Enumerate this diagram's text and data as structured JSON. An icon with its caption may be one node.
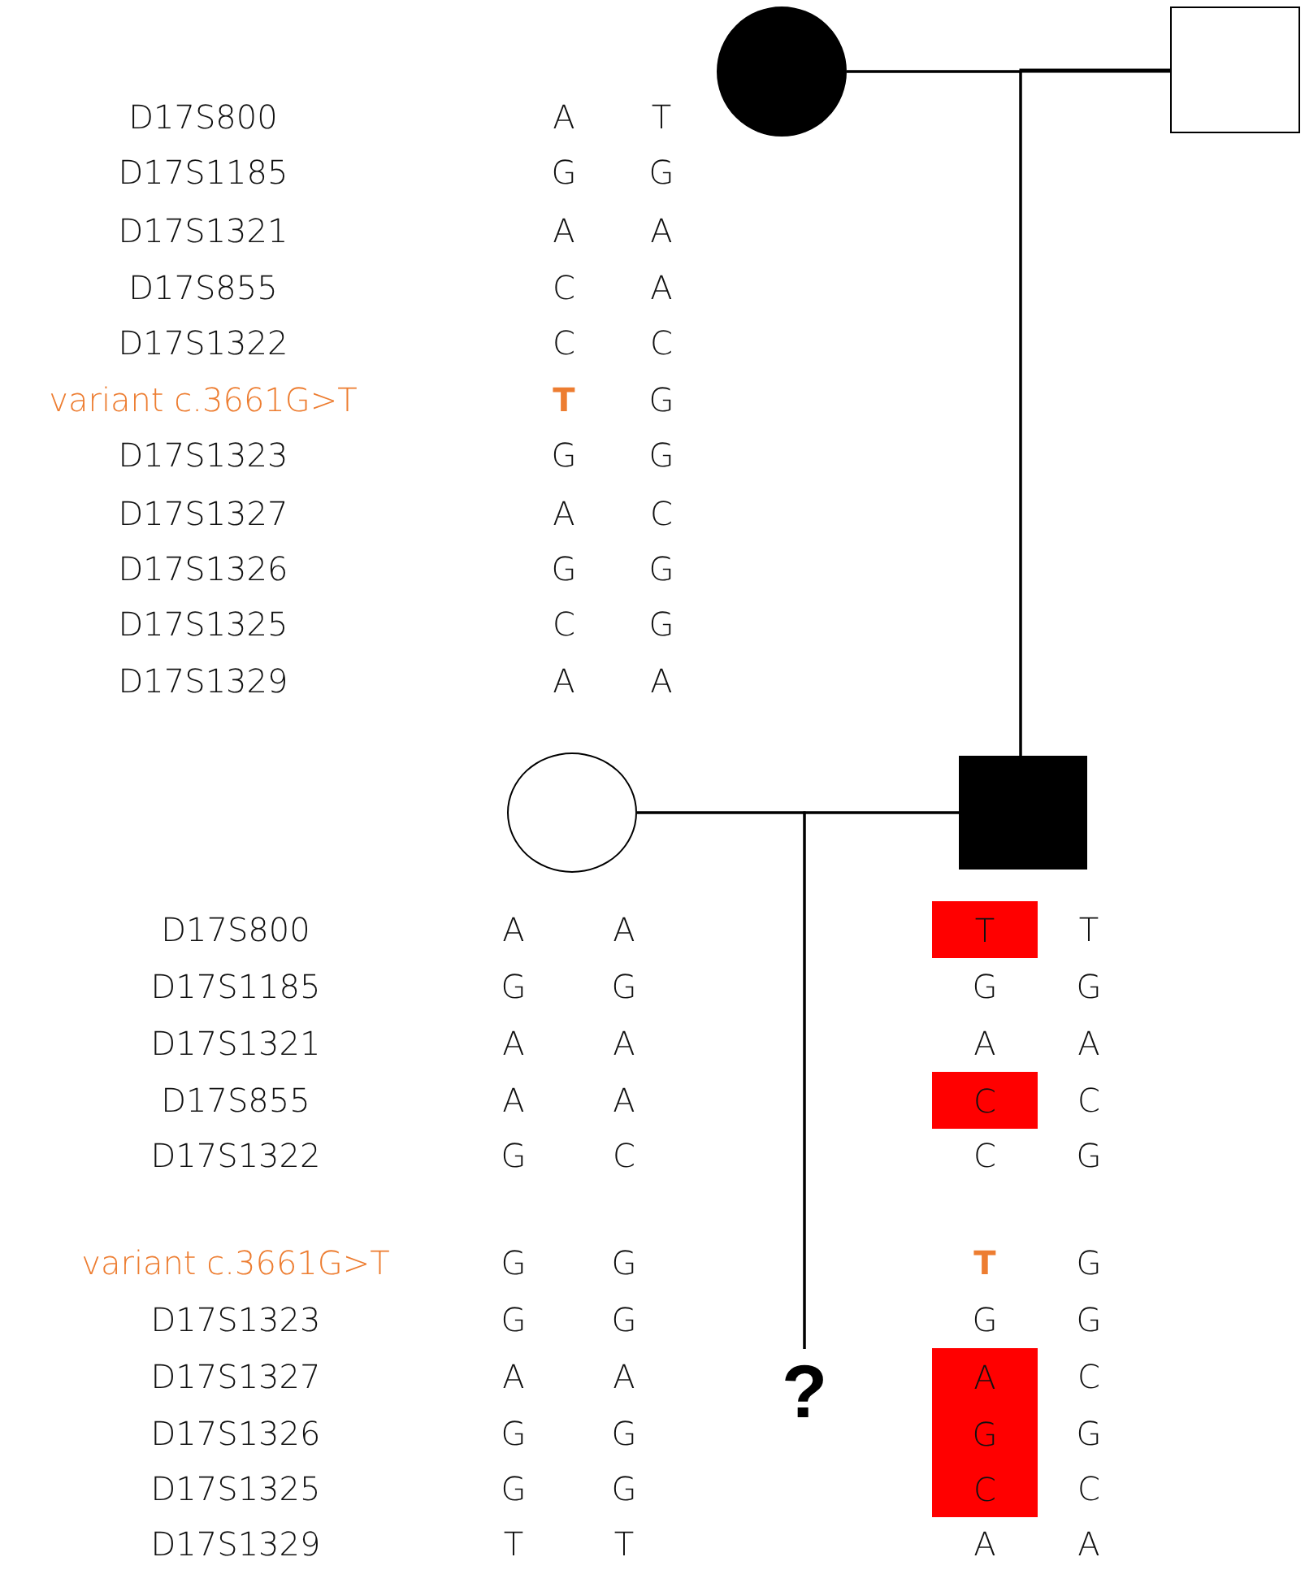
{
  "diagram": {
    "nodes": [
      {
        "text": [],
        "shape": "circle"
      },
      {
        "text": [],
        "shape": "box"
      },
      {
        "text": [],
        "shape": "circle"
      },
      {
        "text": [],
        "shape": "box"
      },
      {
        "text": [
          "?"
        ]
      }
    ],
    "edges": [
      {
        "from": 0,
        "to": 1,
        "arrow": "none"
      },
      {
        "from": 0,
        "to": 3,
        "arrow": "none"
      },
      {
        "from": 1,
        "to": 3,
        "arrow": "none"
      },
      {
        "from": 2,
        "to": 3,
        "arrow": "none"
      },
      {
        "from": 2,
        "to": 4,
        "arrow": "none"
      },
      {
        "from": 3,
        "to": 4,
        "arrow": "none"
      }
    ],
    "labels": [
      "D17S800",
      "A",
      "T",
      "D17S1185",
      "G",
      "G",
      "D17S1321",
      "A",
      "A",
      "D17S855",
      "C",
      "A",
      "D17S1322",
      "C",
      "C",
      "variant c.3661G>T",
      "T",
      "G",
      "D17S1323",
      "G",
      "G",
      "D17S1327",
      "A",
      "C",
      "D17S1326",
      "G",
      "G",
      "D17S1325",
      "C",
      "G",
      "D17S1329",
      "A",
      "A",
      "D17S800",
      "A",
      "A",
      "T",
      "T",
      "D17S1185",
      "G",
      "G",
      "G",
      "G",
      "D17S1321",
      "A",
      "A",
      "A",
      "A",
      "D17S855",
      "A",
      "A",
      "C",
      "C",
      "D17S1322",
      "G",
      "C",
      "C",
      "G",
      "variant c.3661G>T",
      "G",
      "G",
      "T",
      "G",
      "D17S1323",
      "G",
      "G",
      "G",
      "G",
      "D17S1327",
      "A",
      "A",
      "A",
      "C",
      "D17S1326",
      "G",
      "G",
      "G",
      "G",
      "D17S1325",
      "G",
      "G",
      "C",
      "C",
      "D17S1329",
      "T",
      "T",
      "A",
      "A"
    ]
  }
}
